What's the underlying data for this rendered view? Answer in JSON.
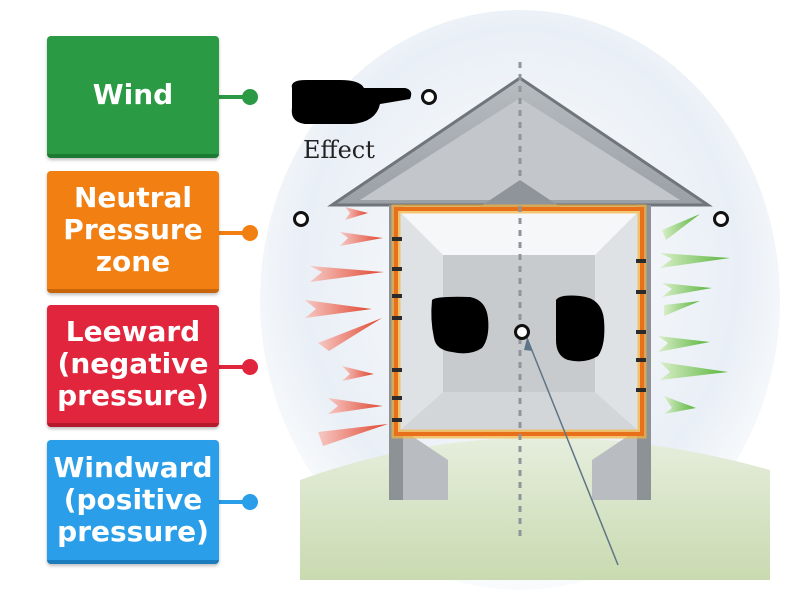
{
  "labels": {
    "wind": "Wind",
    "neutral": [
      "Neutral",
      "Pressure",
      "zone"
    ],
    "leeward": [
      "Leeward",
      "(negative",
      "pressure)"
    ],
    "windward": [
      "Windward",
      "(positive",
      "pressure)"
    ]
  },
  "diagram": {
    "effect_text": "Effect"
  },
  "colors": {
    "wind": "#2a9a45",
    "neutral": "#f27f12",
    "leeward": "#e0253d",
    "windward": "#2a9ee8"
  }
}
